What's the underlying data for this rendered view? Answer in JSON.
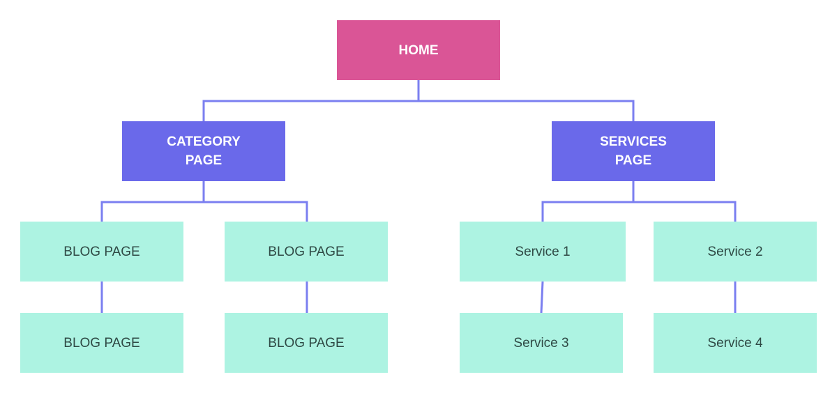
{
  "diagram": {
    "home": {
      "label": "HOME"
    },
    "category": {
      "label": "CATEGORY\nPAGE"
    },
    "services": {
      "label": "SERVICES\nPAGE"
    },
    "blog_pages": [
      {
        "label": "BLOG PAGE"
      },
      {
        "label": "BLOG PAGE"
      },
      {
        "label": "BLOG PAGE"
      },
      {
        "label": "BLOG PAGE"
      }
    ],
    "service_items": [
      {
        "label": "Service 1"
      },
      {
        "label": "Service 2"
      },
      {
        "label": "Service 3"
      },
      {
        "label": "Service 4"
      }
    ]
  },
  "colors": {
    "home": "#da5596",
    "section": "#6a69ea",
    "leaf": "#adf3e2",
    "connector": "#7b7ff0"
  }
}
